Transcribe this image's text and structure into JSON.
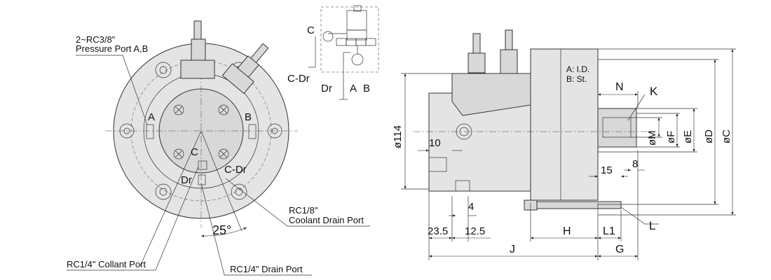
{
  "front_view": {
    "pressure_port": [
      "2~RC3/8\"",
      "Pressure Port A,B"
    ],
    "port_a": "A",
    "port_b": "B",
    "port_c": "C",
    "port_dr": "Dr",
    "port_cdr": "C-Dr",
    "angle": "25°",
    "coolant_drain": [
      "RC1/8\"",
      "Coolant Drain Port"
    ],
    "collant_port": "RC1/4\"  Collant Port",
    "drain_port": "RC1/4\"  Drain Port"
  },
  "circuit": {
    "c": "C",
    "cdr": "C-Dr",
    "dr": "Dr",
    "a": "A",
    "b": "B"
  },
  "side_view": {
    "dia114": "ø114",
    "d10": "10",
    "d4": "4",
    "d23_5": "23.5",
    "d12_5": "12.5",
    "J": "J",
    "H": "H",
    "L1": "L1",
    "G": "G",
    "L": "L",
    "N": "N",
    "K": "K",
    "legend_ad": "A: I.D.",
    "legend_bs": "B: St.",
    "d15": "15",
    "d8": "8",
    "M": "øM",
    "F": "øF",
    "E": "øE",
    "D": "øD",
    "C": "øC"
  }
}
